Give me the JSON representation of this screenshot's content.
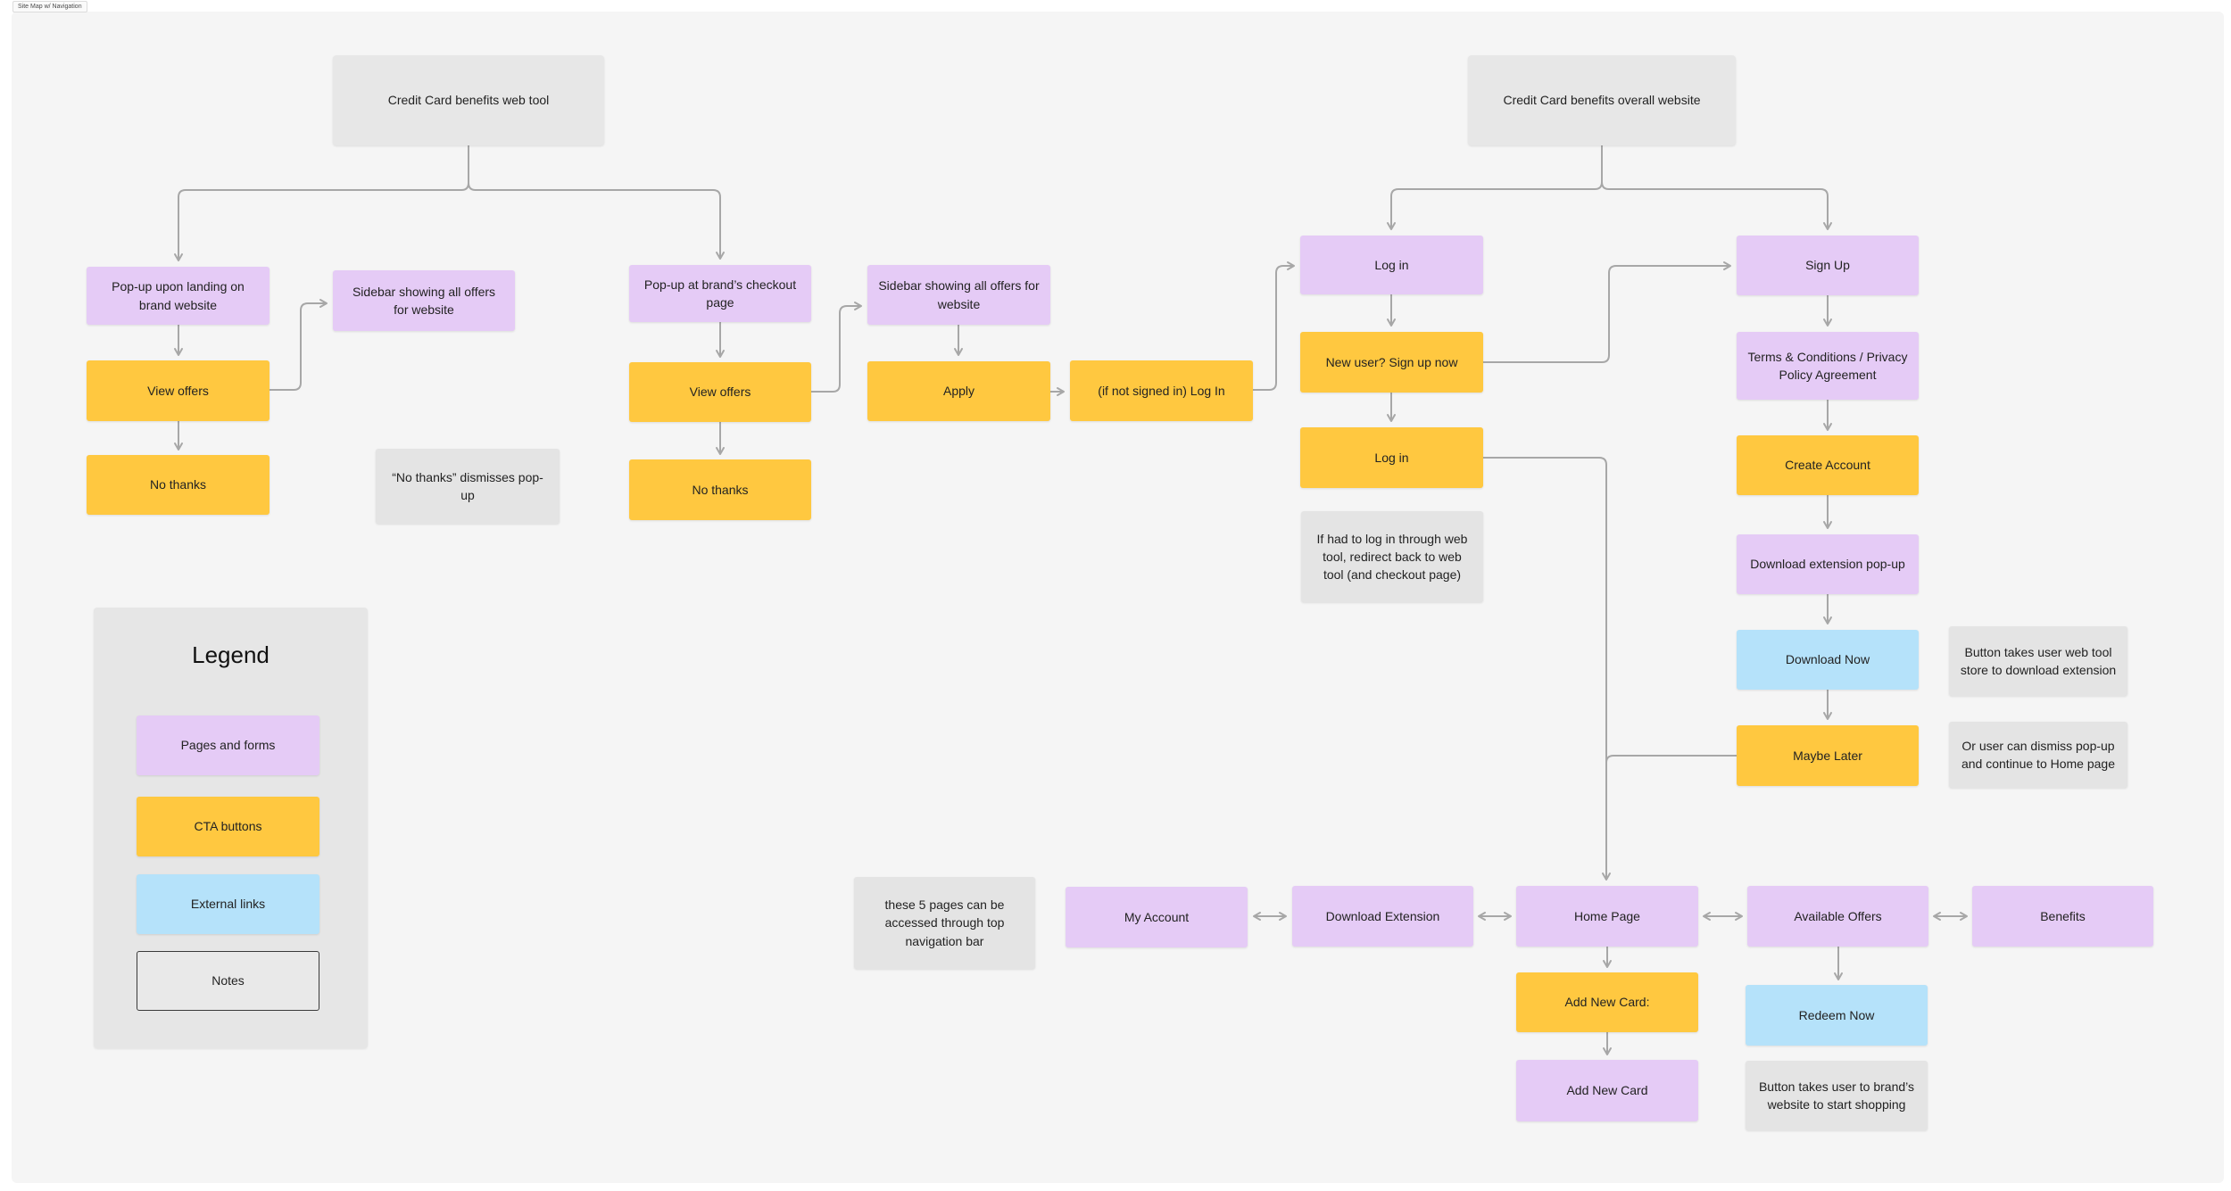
{
  "page_label": "Site Map w/ Navigation",
  "colors": {
    "pages_and_forms": "#E5CBF6",
    "cta_buttons": "#FFC840",
    "external_links": "#B5E2FA",
    "notes": "#E4E4E4",
    "root_gray": "#E7E7E7",
    "connector": "#A7A7A7",
    "canvas": "#F5F5F5"
  },
  "legend": {
    "title": "Legend",
    "pages": "Pages and forms",
    "cta": "CTA buttons",
    "external": "External links",
    "notes": "Notes"
  },
  "web_tool": {
    "root": "Credit Card benefits web tool",
    "landing_popup": "Pop-up upon landing on brand website",
    "view_offers_1": "View offers",
    "no_thanks_1": "No thanks",
    "sidebar_1": "Sidebar showing all offers for website",
    "note_no_thanks": "“No thanks” dismisses pop-up",
    "checkout_popup": "Pop-up at brand’s checkout page",
    "view_offers_2": "View offers",
    "no_thanks_2": "No thanks",
    "sidebar_2": "Sidebar showing all offers for website",
    "apply": "Apply",
    "login_if_not_signed": "(if not signed in) Log In"
  },
  "website": {
    "root": "Credit Card benefits overall website",
    "login_page": "Log in",
    "new_user_cta": "New user? Sign up now",
    "login_cta": "Log in",
    "note_redirect": "If had to log in through web tool, redirect back to web tool (and checkout page)",
    "sign_up": "Sign Up",
    "terms": "Terms & Conditions / Privacy Policy Agreement",
    "create_account": "Create Account",
    "download_popup": "Download extension pop-up",
    "download_now": "Download Now",
    "maybe_later": "Maybe Later",
    "note_download": "Button takes user web tool store to download extension",
    "note_dismiss": "Or user can dismiss pop-up and continue to Home page"
  },
  "nav": {
    "note_nav_pages": "these 5 pages can be accessed through top navigation bar",
    "my_account": "My Account",
    "download_extension": "Download Extension",
    "home_page": "Home Page",
    "available_offers": "Available Offers",
    "benefits": "Benefits",
    "add_new_card_cta": "Add New Card:",
    "add_new_card_form": "Add New Card",
    "redeem_now": "Redeem Now",
    "note_redeem": "Button takes user to brand’s website to start shopping"
  }
}
